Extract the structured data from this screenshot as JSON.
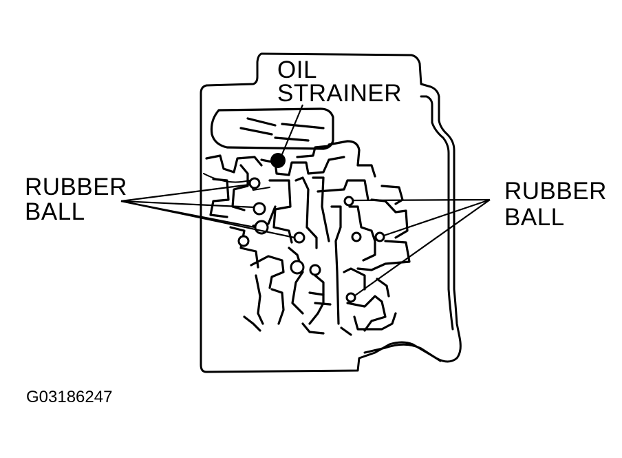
{
  "labels": {
    "oil_strainer_line1": "OIL",
    "oil_strainer_line2": "STRAINER",
    "rubber_ball_left_line1": "RUBBER",
    "rubber_ball_left_line2": "BALL",
    "rubber_ball_right_line1": "RUBBER",
    "rubber_ball_right_line2": "BALL"
  },
  "figure_id": "G03186247",
  "colors": {
    "line": "#000000",
    "background": "#ffffff"
  }
}
